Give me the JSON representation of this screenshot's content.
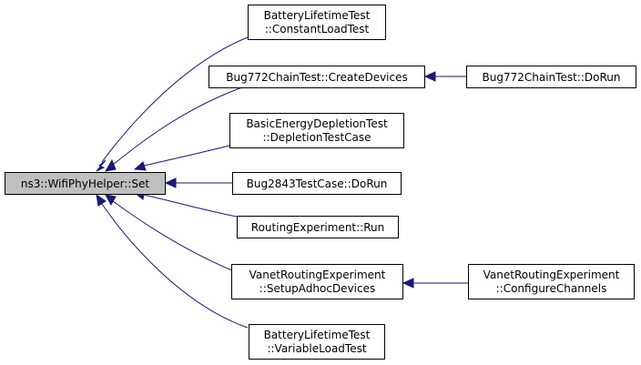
{
  "nodes": {
    "set": {
      "lines": [
        "ns3::WifiPhyHelper::Set"
      ]
    },
    "constant_load": {
      "lines": [
        "BatteryLifetimeTest",
        "::ConstantLoadTest"
      ]
    },
    "create_devices": {
      "lines": [
        "Bug772ChainTest::CreateDevices"
      ]
    },
    "do_run_772": {
      "lines": [
        "Bug772ChainTest::DoRun"
      ]
    },
    "depletion": {
      "lines": [
        "BasicEnergyDepletionTest",
        "::DepletionTestCase"
      ]
    },
    "bug2843": {
      "lines": [
        "Bug2843TestCase::DoRun"
      ]
    },
    "routing_run": {
      "lines": [
        "RoutingExperiment::Run"
      ]
    },
    "setup_adhoc": {
      "lines": [
        "VanetRoutingExperiment",
        "::SetupAdhocDevices"
      ]
    },
    "configure_channels": {
      "lines": [
        "VanetRoutingExperiment",
        "::ConfigureChannels"
      ]
    },
    "variable_load": {
      "lines": [
        "BatteryLifetimeTest",
        "::VariableLoadTest"
      ]
    }
  },
  "edges": [
    {
      "from": "constant_load",
      "to": "set"
    },
    {
      "from": "create_devices",
      "to": "set"
    },
    {
      "from": "depletion",
      "to": "set"
    },
    {
      "from": "bug2843",
      "to": "set"
    },
    {
      "from": "routing_run",
      "to": "set"
    },
    {
      "from": "setup_adhoc",
      "to": "set"
    },
    {
      "from": "variable_load",
      "to": "set"
    },
    {
      "from": "do_run_772",
      "to": "create_devices"
    },
    {
      "from": "configure_channels",
      "to": "setup_adhoc"
    }
  ],
  "colors": {
    "edge": "#191970",
    "highlight_fill": "#bfbfbf",
    "node_fill": "#ffffff"
  }
}
